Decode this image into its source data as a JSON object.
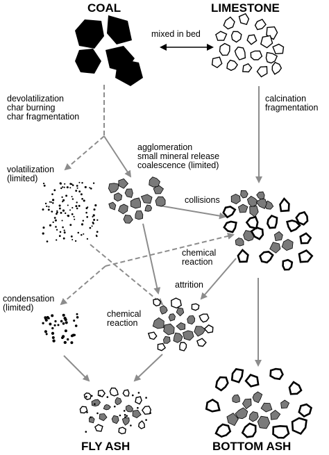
{
  "titles": {
    "coal": "COAL",
    "limestone": "LIMESTONE",
    "fly_ash": "FLY ASH",
    "bottom_ash": "BOTTOM ASH"
  },
  "labels": {
    "mixed_in_bed": "mixed in bed",
    "devolatilization": "devolatilization",
    "char_burning": "char burning",
    "char_fragmentation": "char fragmentation",
    "calcination": "calcination",
    "fragmentation": "fragmentation",
    "agglomeration": "agglomeration",
    "small_mineral_release": "small mineral release",
    "coalescence": "coalescence (limited)",
    "volatilization": "volatilization",
    "volatilization_limited": "(limited)",
    "collisions": "collisions",
    "chemical_reaction_right_1": "chemical",
    "chemical_reaction_right_2": "reaction",
    "attrition": "attrition",
    "condensation": "condensation",
    "condensation_limited": "(limited)",
    "chemical_reaction_left_1": "chemical",
    "chemical_reaction_left_2": "reaction"
  },
  "colors": {
    "ink": "#000000",
    "arrow": "#8c8c8c",
    "particle_gray": "#7a7a7a"
  }
}
